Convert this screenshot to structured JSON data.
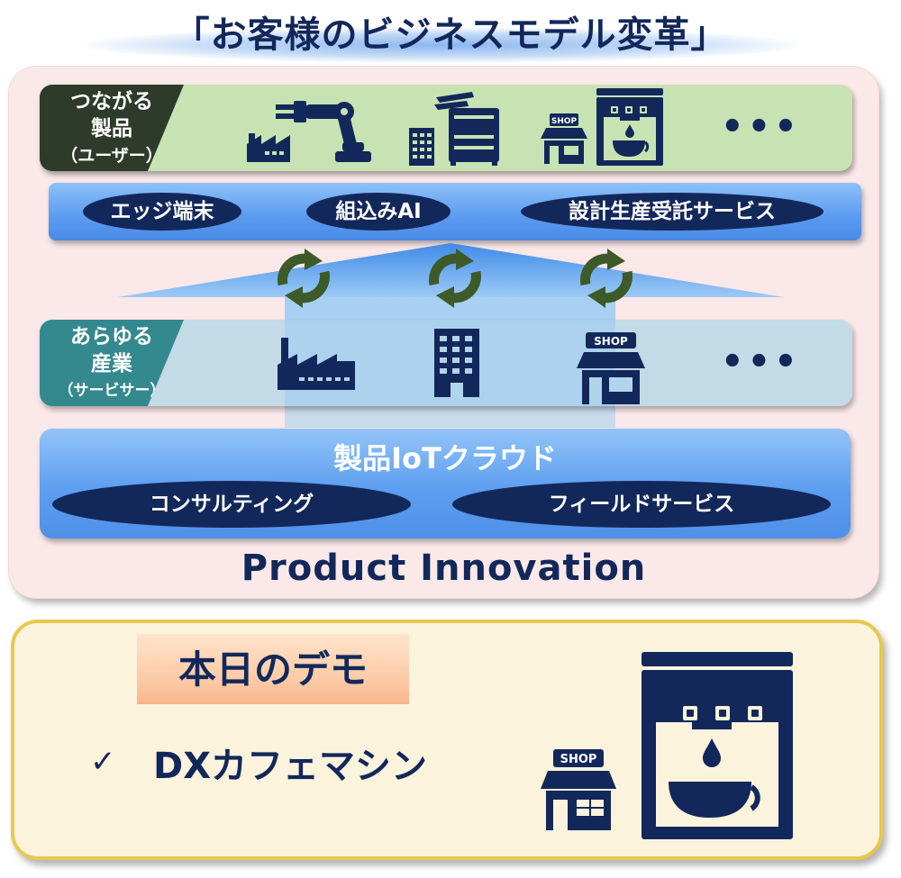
{
  "title": "「お客様のビジネスモデル変革」",
  "connected_products": {
    "label_line1": "つながる",
    "label_line2": "製品",
    "label_line3": "（ユーザー）",
    "ellipsis": "•••",
    "shop_sign": "SHOP"
  },
  "edge_bar": {
    "items": [
      "エッジ端末",
      "組込みAI",
      "設計生産受託サービス"
    ]
  },
  "industries": {
    "label_line1": "あらゆる",
    "label_line2": "産業",
    "label_line3": "（サービサー）",
    "ellipsis": "•••",
    "shop_sign": "SHOP"
  },
  "iot_cloud": {
    "title": "製品IoTクラウド",
    "items": [
      "コンサルティング",
      "フィールドサービス"
    ]
  },
  "footer_label": "Product Innovation",
  "demo": {
    "title": "本日のデモ",
    "check": "✓",
    "item": "DXカフェマシン",
    "shop_sign": "SHOP"
  },
  "colors": {
    "navy": "#13285a",
    "green_band": "#c7e3b3",
    "teal_label": "#34898f",
    "blue_bar": "#5a9bf0",
    "cycle_green": "#3d5a28",
    "demo_border": "#e8c84e"
  }
}
